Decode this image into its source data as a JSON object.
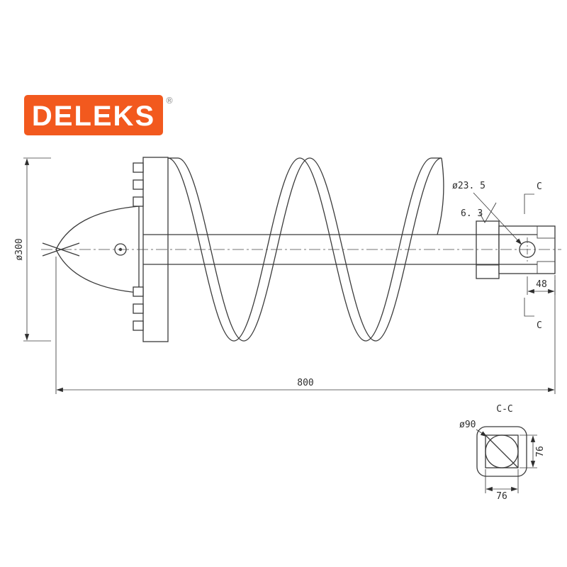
{
  "logo": {
    "text": "DELEKS",
    "registered": "®",
    "bg_color": "#F2591E",
    "text_color": "#ffffff"
  },
  "drawing": {
    "line_color": "#3a3a3a",
    "labels": {
      "overall_diameter": "ø300",
      "overall_length": "800",
      "hub_length": "48",
      "hole_diameter": "ø23. 5",
      "surface_roughness": "6. 3",
      "section_mark_top": "C",
      "section_mark_bottom": "C"
    },
    "section_view": {
      "title": "C-C",
      "bore_diameter": "ø90",
      "socket_width": "76",
      "socket_height": "76"
    }
  }
}
